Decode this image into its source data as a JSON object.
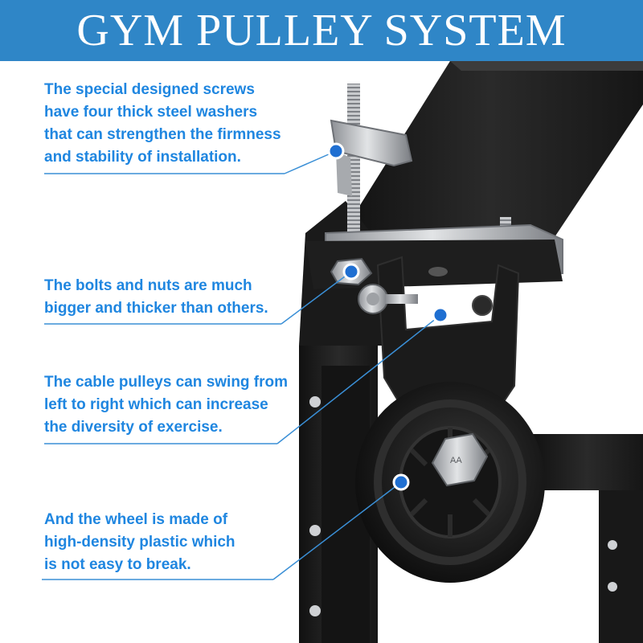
{
  "header": {
    "title": "GYM PULLEY SYSTEM",
    "background": "#2f86c7",
    "text_color": "#ffffff"
  },
  "callouts": [
    {
      "lines": [
        "The special designed screws",
        "have four thick steel washers",
        "that can strengthen the firmness",
        "and stability of installation."
      ]
    },
    {
      "lines": [
        "The bolts and nuts are much",
        "bigger and thicker than others."
      ]
    },
    {
      "lines": [
        "The cable pulleys can swing from",
        "left to right which can increase",
        "the diversity of exercise."
      ]
    },
    {
      "lines": [
        "And the wheel is made of",
        "high-density plastic which",
        "is not easy to break."
      ]
    }
  ],
  "bolt_marking": "AA",
  "colors": {
    "callout_text": "#1f86e0",
    "leader_line": "#3a8fd6",
    "frame": "#1c1c1c",
    "metal": "#b9bcc0"
  }
}
